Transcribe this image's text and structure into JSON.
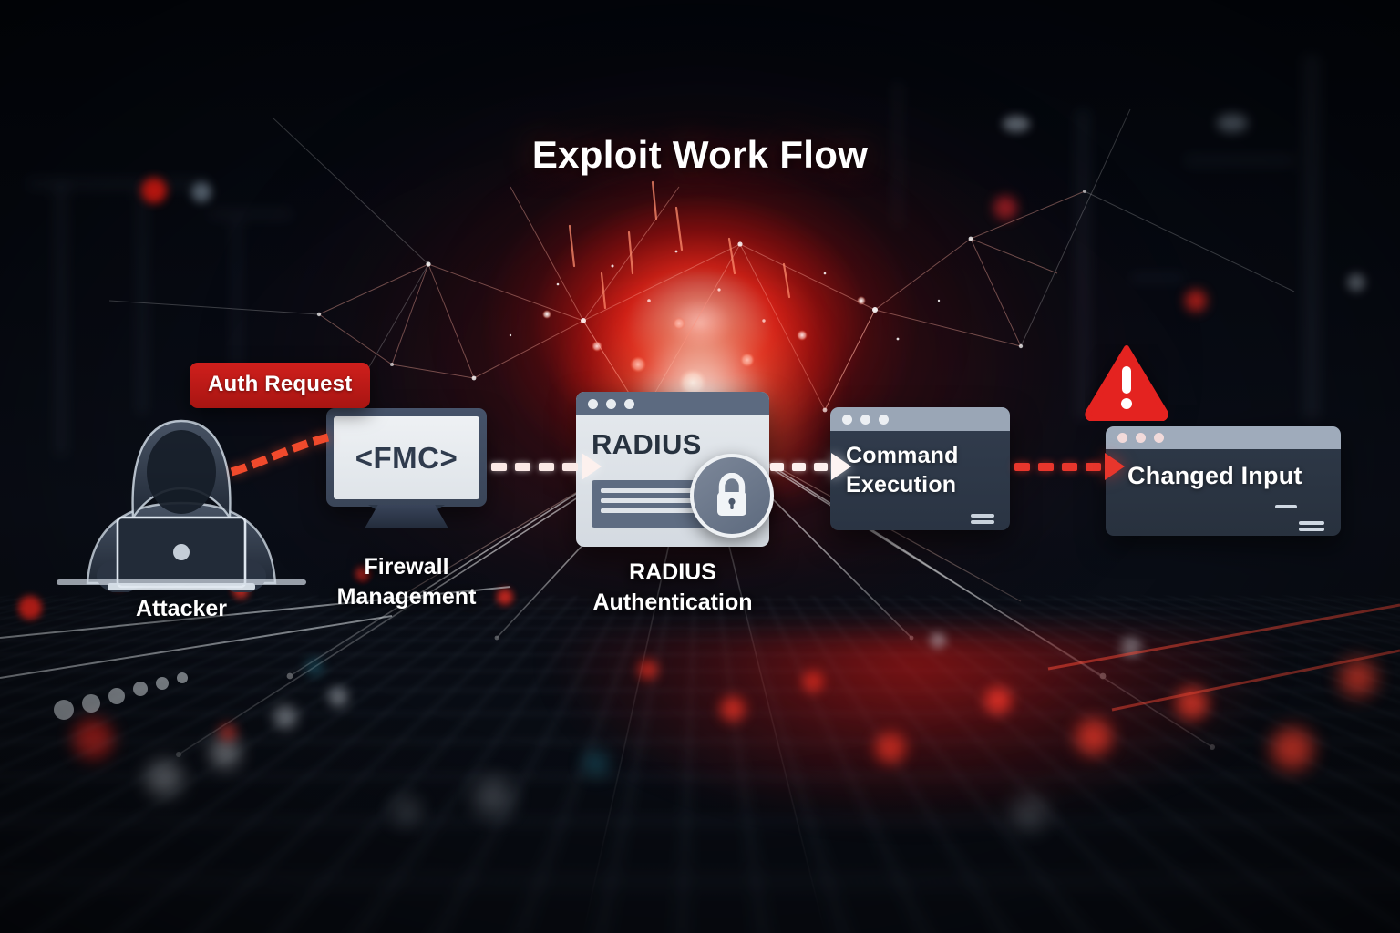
{
  "title": "Exploit Work Flow",
  "badge": {
    "label": "Auth Request"
  },
  "nodes": {
    "attacker": {
      "caption": "Attacker",
      "icon": "hooded-attacker-laptop-icon"
    },
    "fmc": {
      "screen_text": "<FMC>",
      "caption_line1": "Firewall",
      "caption_line2": "Management",
      "icon": "monitor-icon"
    },
    "radius": {
      "window_title": "RADIUS",
      "caption_line1": "RADIUS",
      "caption_line2": "Authentication",
      "icon": "padlock-icon"
    },
    "cmdexec": {
      "line1": "Command",
      "line2": "Execution",
      "icon": "terminal-window-icon"
    },
    "changed": {
      "text": "Changed Input",
      "icon": "window-icon"
    },
    "warning": {
      "glyph": "!",
      "icon": "warning-triangle-icon"
    }
  },
  "flow": {
    "steps": [
      "Attacker",
      "Firewall Management",
      "RADIUS Authentication",
      "Command Execution",
      "Changed Input"
    ],
    "connectors": [
      "auth-request-curve",
      "arrow-fmc-to-radius",
      "arrow-radius-to-cmdexec",
      "arrow-cmdexec-to-changed"
    ]
  },
  "colors": {
    "accent_red": "#cf1f1c",
    "arrow_red": "#e8362c",
    "warning_red": "#e42320",
    "window_dark": "#2e3948",
    "window_light": "#e6eaee",
    "text_white": "#ffffff",
    "background_dark": "#05070d"
  }
}
